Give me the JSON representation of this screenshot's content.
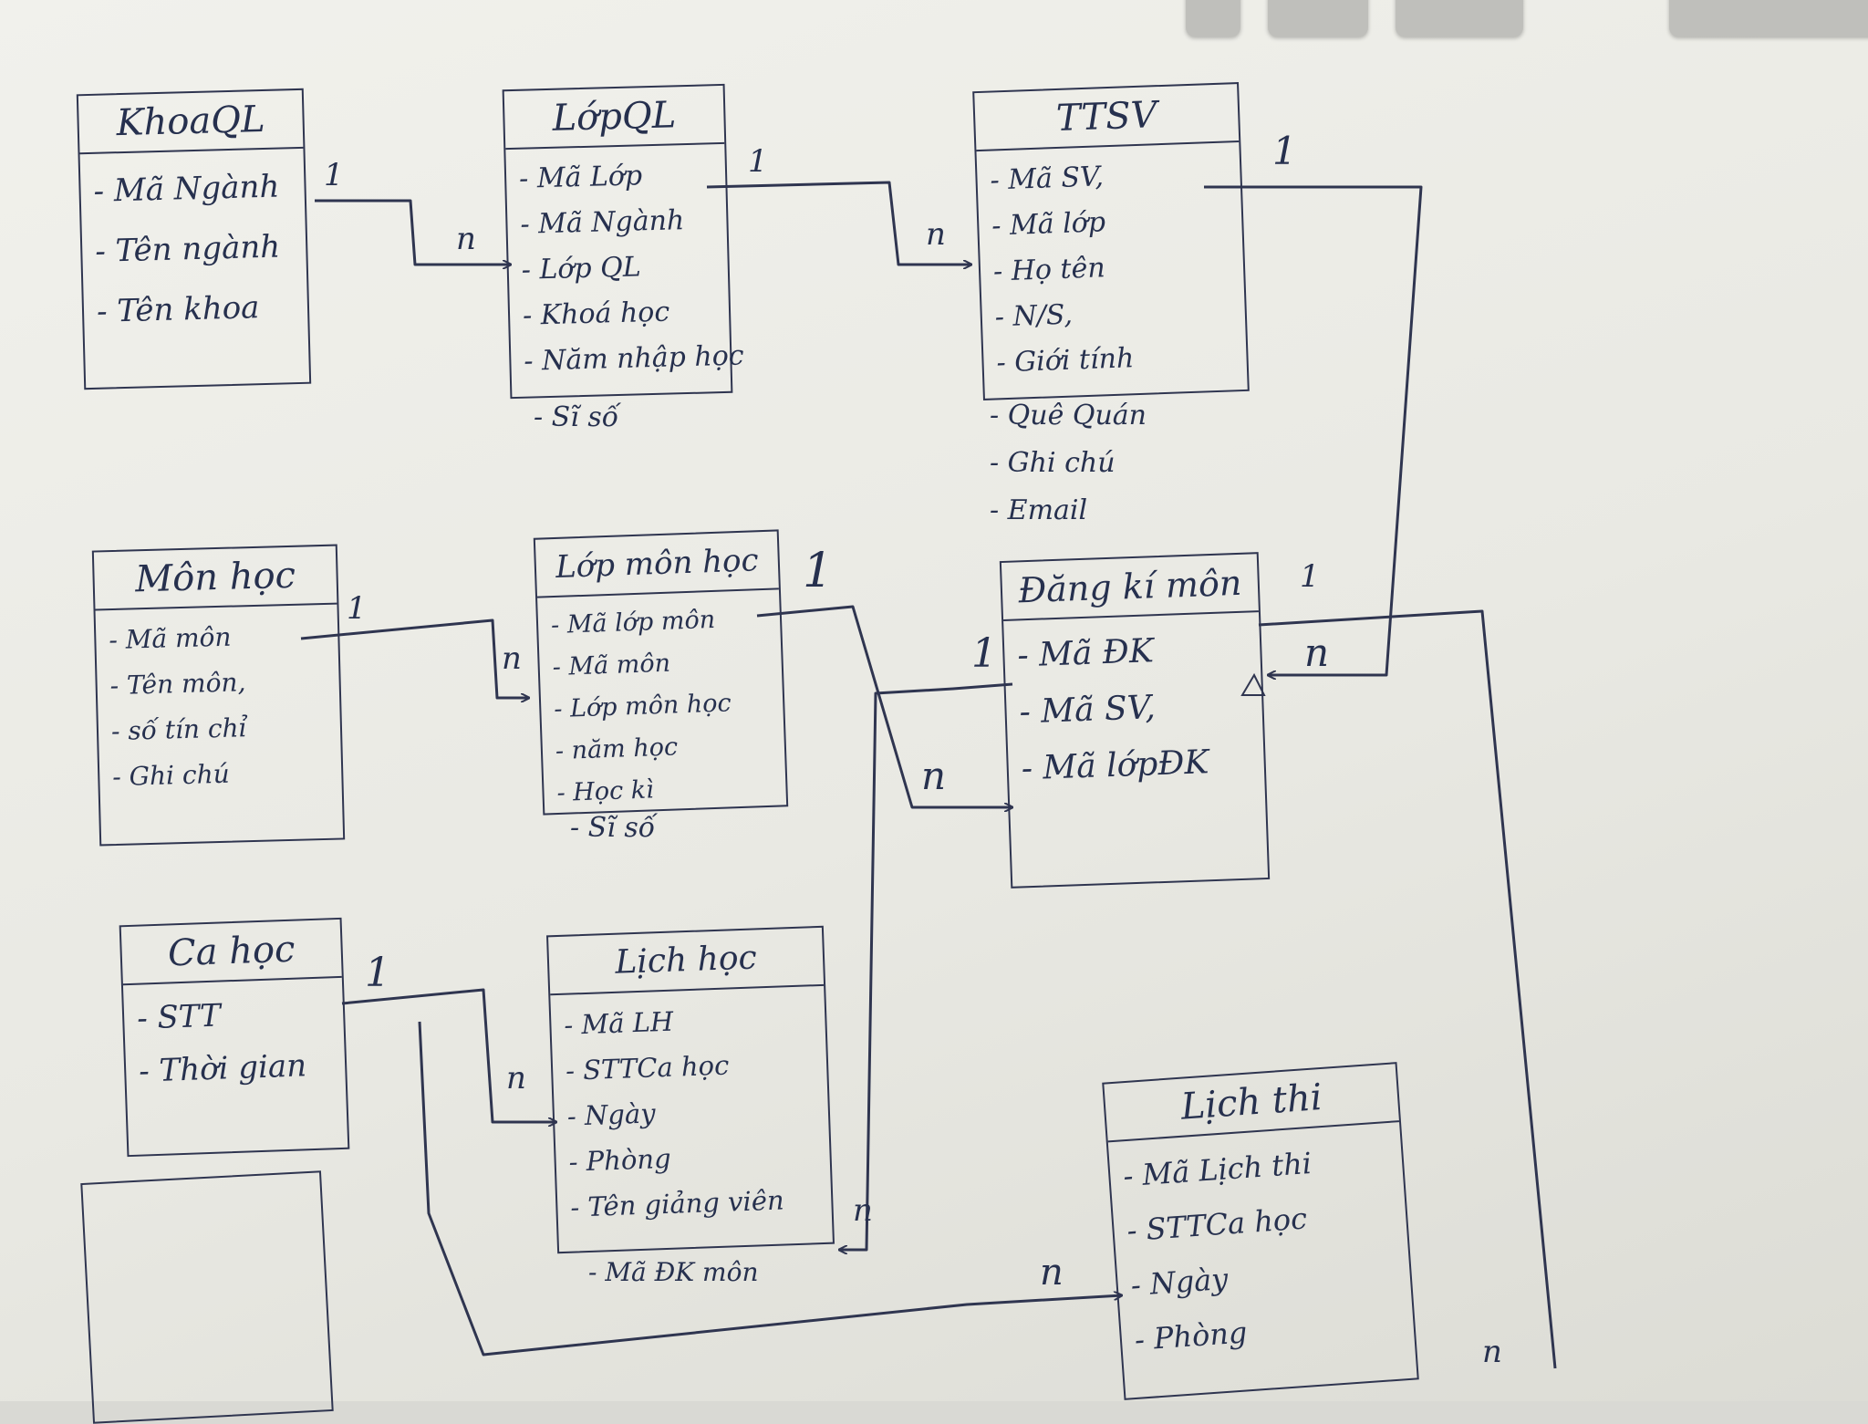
{
  "entities": {
    "khoa_ql": {
      "title": "KhoaQL",
      "fields": [
        "- Mã Ngành",
        "- Tên ngành",
        "- Tên khoa"
      ]
    },
    "lop_ql": {
      "title": "LớpQL",
      "fields": [
        "- Mã Lớp",
        "- Mã Ngành",
        "- Lớp QL",
        "- Khoá học",
        "- Năm nhập học"
      ],
      "extra": "- Sĩ số"
    },
    "ttsv": {
      "title": "TTSV",
      "fields": [
        "- Mã SV,",
        "- Mã lớp",
        "- Họ tên",
        "- N/S,",
        "- Giới tính"
      ],
      "extra": [
        "- Quê Quán",
        "- Ghi chú",
        "- Email"
      ]
    },
    "mon_hoc": {
      "title": "Môn học",
      "fields": [
        "- Mã môn",
        "- Tên môn,",
        "- số tín chỉ",
        "- Ghi chú"
      ]
    },
    "lop_mon_hoc": {
      "title": "Lớp môn học",
      "fields": [
        "- Mã lớp môn",
        "- Mã môn",
        "- Lớp môn học",
        "- năm học",
        "- Học kì"
      ],
      "extra": "- Sĩ số"
    },
    "dang_ki_mon": {
      "title": "Đăng kí môn",
      "fields": [
        "- Mã ĐK",
        "- Mã SV,",
        "- Mã lớpĐK"
      ]
    },
    "ca_hoc": {
      "title": "Ca học",
      "fields": [
        "- STT",
        "- Thời gian"
      ]
    },
    "lich_hoc": {
      "title": "Lịch học",
      "fields": [
        "- Mã LH",
        "- STTCa học",
        "- Ngày",
        "- Phòng",
        "- Tên giảng viên"
      ],
      "extra": "- Mã ĐK môn"
    },
    "lich_thi": {
      "title": "Lịch thi",
      "fields": [
        "- Mã Lịch thi",
        "- STTCa học",
        "- Ngày",
        "- Phòng"
      ]
    }
  },
  "relations": [
    {
      "id": "khoa-lop",
      "from_label": "1",
      "to_label": "n"
    },
    {
      "id": "lop-ttsv",
      "from_label": "1",
      "to_label": "n"
    },
    {
      "id": "ttsv-dk",
      "from_label": "1",
      "to_label": "n"
    },
    {
      "id": "mon-lopmon",
      "from_label": "1",
      "to_label": "n"
    },
    {
      "id": "lopmon-dk",
      "from_label": "1",
      "to_label": "1"
    },
    {
      "id": "lopmon-dk-n",
      "from_label": "",
      "to_label": "n"
    },
    {
      "id": "dk-lichhoc",
      "from_label": "1",
      "to_label": "n"
    },
    {
      "id": "ca-lichhoc",
      "from_label": "1",
      "to_label": "n"
    },
    {
      "id": "ca-lichthi",
      "from_label": "",
      "to_label": "n"
    },
    {
      "id": "dk-lichthi",
      "from_label": "",
      "to_label": "n"
    }
  ],
  "colors": {
    "ink": "#2f3550",
    "paper": "#eeeeea"
  }
}
